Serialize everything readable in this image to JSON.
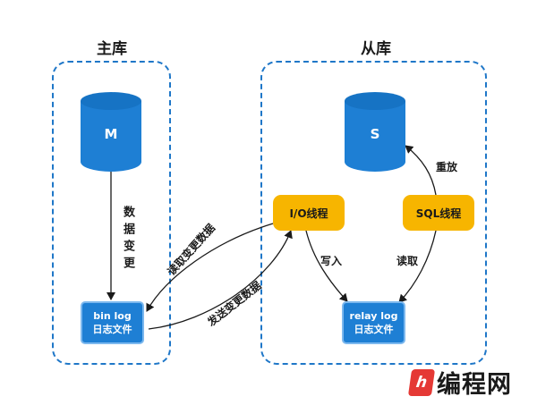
{
  "master": {
    "title": "主库",
    "db_label": "M",
    "binlog_line1": "bin log",
    "binlog_line2": "日志文件",
    "change_label": "数据变更"
  },
  "slave": {
    "title": "从库",
    "db_label": "S",
    "io_thread": "I/O线程",
    "sql_thread": "SQL线程",
    "relaylog_line1": "relay log",
    "relaylog_line2": "日志文件",
    "replay_label": "重放",
    "write_label": "写入",
    "read_label": "读取"
  },
  "edges": {
    "read_changes": "读取变更数据",
    "send_changes": "发送变更数据"
  },
  "watermark": {
    "logo_mark": "h",
    "text": "编程网"
  },
  "colors": {
    "blue": "#1e7fd4",
    "dashed_border": "#1f77c8",
    "thread_yellow": "#f7b500"
  }
}
